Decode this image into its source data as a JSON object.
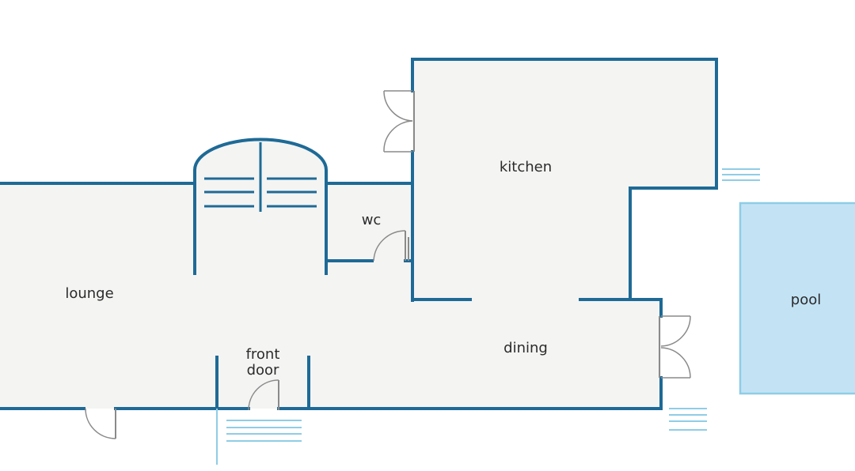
{
  "rooms": {
    "lounge": "lounge",
    "kitchen": "kitchen",
    "wc": "wc",
    "dining": "dining",
    "front_door_line1": "front",
    "front_door_line2": "door",
    "pool": "pool"
  },
  "colors": {
    "wall": "#1e6a96",
    "floor": "#f4f4f3",
    "door": "#8a8a8a",
    "steps": "#8fcde6",
    "pool_fill": "#c3e3f5"
  }
}
